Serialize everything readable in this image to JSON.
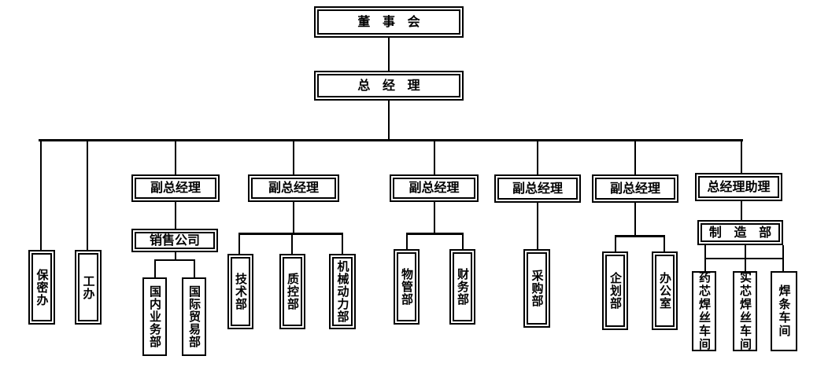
{
  "chart_title": "",
  "org_chart": {
    "type": "org-tree",
    "root": {
      "label": "董 事 会",
      "name": "board-of-directors"
    },
    "level2": {
      "label": "总 经 理",
      "name": "general-manager"
    },
    "direct_staff": [
      {
        "label": "保密办",
        "name": "confidentiality-office"
      },
      {
        "label": "工办",
        "name": "labor-union-office"
      }
    ],
    "branches": [
      {
        "head": "副总经理",
        "name": "deputy-gm-1",
        "mid": {
          "label": "销售公司",
          "name": "sales-company"
        },
        "children": [
          {
            "label": "国内业务部",
            "name": "domestic-business-dept"
          },
          {
            "label": "国际贸易部",
            "name": "international-trade-dept"
          }
        ]
      },
      {
        "head": "副总经理",
        "name": "deputy-gm-2",
        "mid": null,
        "children": [
          {
            "label": "技术部",
            "name": "technology-dept"
          },
          {
            "label": "质控部",
            "name": "quality-control-dept"
          },
          {
            "label": "机械动力部",
            "name": "mechanical-power-dept"
          }
        ]
      },
      {
        "head": "副总经理",
        "name": "deputy-gm-3",
        "mid": null,
        "children": [
          {
            "label": "物管部",
            "name": "materials-management-dept"
          },
          {
            "label": "财务部",
            "name": "finance-dept"
          }
        ]
      },
      {
        "head": "副总经理",
        "name": "deputy-gm-4",
        "mid": null,
        "children": [
          {
            "label": "采购部",
            "name": "purchasing-dept"
          }
        ]
      },
      {
        "head": "副总经理",
        "name": "deputy-gm-5",
        "mid": null,
        "children": [
          {
            "label": "企划部",
            "name": "planning-dept"
          },
          {
            "label": "办公室",
            "name": "administration-office"
          }
        ]
      },
      {
        "head": "总经理助理",
        "name": "gm-assistant",
        "mid": {
          "label": "制 造 部",
          "name": "manufacturing-dept"
        },
        "children": [
          {
            "label": "药芯焊丝车间",
            "name": "flux-cored-wire-workshop"
          },
          {
            "label": "实芯焊丝车间",
            "name": "solid-wire-workshop"
          },
          {
            "label": "焊条车间",
            "name": "electrode-workshop"
          }
        ]
      }
    ],
    "colors": {
      "line": "#000000",
      "box_fill": "#ffffff",
      "text": "#000000"
    }
  }
}
